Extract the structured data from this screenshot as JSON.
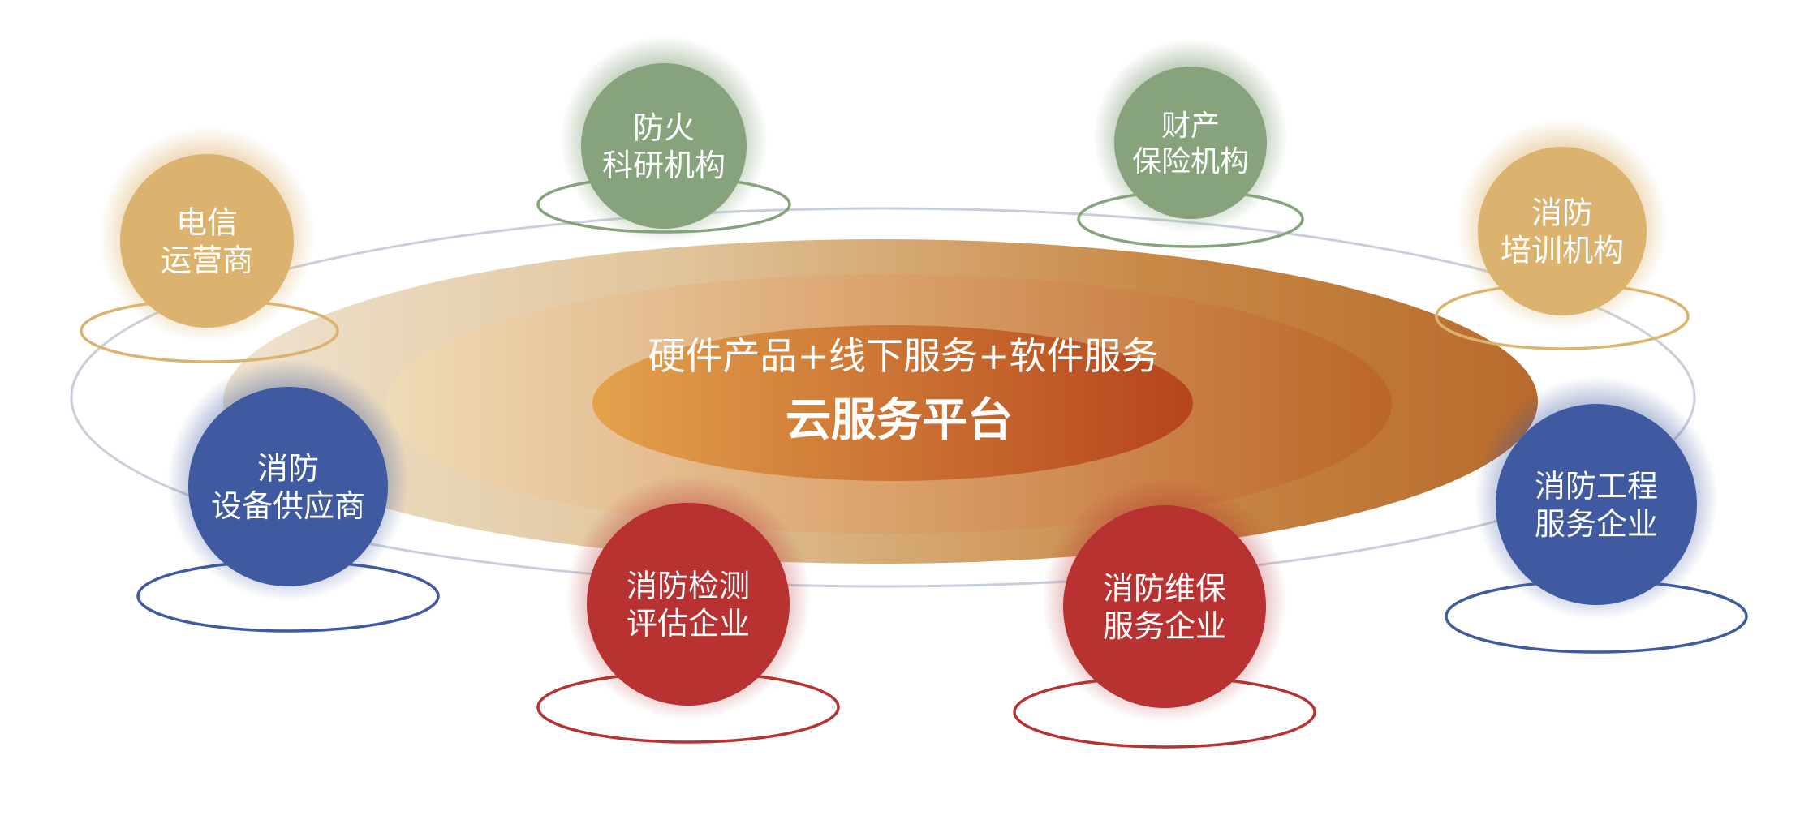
{
  "center": {
    "line1": "硬件产品+线下服务+软件服务",
    "line2": "云服务平台"
  },
  "nodes": [
    {
      "id": "telecom-operator",
      "lines": [
        "电信",
        "运营商"
      ],
      "color": "#dcb36e",
      "ring": "#dcb36e"
    },
    {
      "id": "fire-research",
      "lines": [
        "防火",
        "科研机构"
      ],
      "color": "#86a37c",
      "ring": "#86a37c"
    },
    {
      "id": "property-insurance",
      "lines": [
        "财产",
        "保险机构"
      ],
      "color": "#86a37c",
      "ring": "#86a37c"
    },
    {
      "id": "fire-training",
      "lines": [
        "消防",
        "培训机构"
      ],
      "color": "#dcb36e",
      "ring": "#dcb36e"
    },
    {
      "id": "fire-equipment-supplier",
      "lines": [
        "消防",
        "设备供应商"
      ],
      "color": "#3f5aa0",
      "ring": "#3f5aa0"
    },
    {
      "id": "fire-engineering-service",
      "lines": [
        "消防工程",
        "服务企业"
      ],
      "color": "#3f5aa0",
      "ring": "#3f5aa0"
    },
    {
      "id": "fire-inspection",
      "lines": [
        "消防检测",
        "评估企业"
      ],
      "color": "#b83232",
      "ring": "#b83232"
    },
    {
      "id": "fire-maintenance",
      "lines": [
        "消防维保",
        "服务企业"
      ],
      "color": "#b83232",
      "ring": "#b83232"
    }
  ]
}
